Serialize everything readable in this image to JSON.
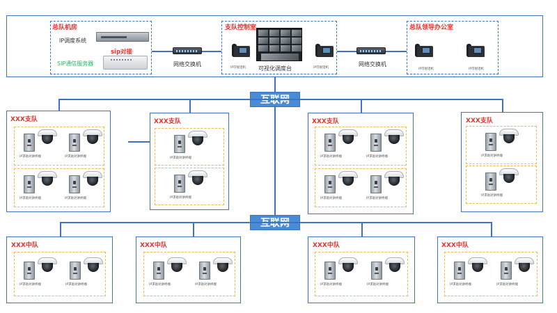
{
  "colors": {
    "frame": "#3d73c4",
    "hub": "#4a8bd8",
    "title_red": "#e2352f",
    "cell_orange": "#f2b84a",
    "gateway_green": "#2fb36b"
  },
  "top": {
    "hq_room": {
      "title": "总队机房",
      "dispatch_label": "IP调度系统",
      "gateway_label": "SIP通信服务器",
      "sip_label": "sip对接"
    },
    "switch_left_label": "网络交换机",
    "detachment_center": {
      "title": "支队控制室",
      "console_label": "可视化调度台",
      "phone_left_label": "IP可视话机",
      "phone_right_label": "IP可视话机"
    },
    "switch_right_label": "网络交换机",
    "leader_office": {
      "title": "总队领导办公室",
      "phone1_label": "IP可视话机",
      "phone2_label": "IP可视话机"
    }
  },
  "hub_top": {
    "label": "互联网"
  },
  "hub_bottom": {
    "label": "互联网"
  },
  "detachments": [
    {
      "title": "XXX支队"
    },
    {
      "title": "XXX支队"
    },
    {
      "title": "XXX支队"
    },
    {
      "title": "XXX支队"
    }
  ],
  "squadrons": [
    {
      "title": "XXX中队"
    },
    {
      "title": "XXX中队"
    },
    {
      "title": "XXX中队"
    },
    {
      "title": "XXX中队"
    }
  ],
  "device_labels": {
    "intercom": "IP求助对讲终端"
  }
}
